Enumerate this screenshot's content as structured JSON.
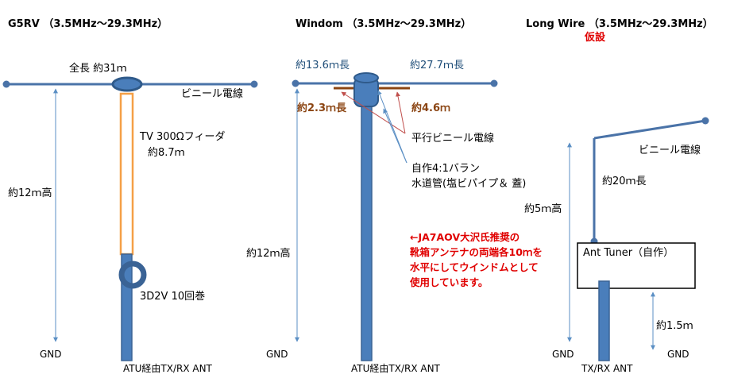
{
  "colors": {
    "wire": "#4a73a8",
    "mast": "#4a7ebb",
    "mast_stroke": "#3a6395",
    "feeder": "#f5a047",
    "arrow": "#5b8fc4",
    "red_arrow": "#c0504d",
    "brown": "#8b4513",
    "red_text": "#e00000",
    "text": "#000000",
    "blue_text": "#1f4e79"
  },
  "g5rv": {
    "title": "G5RV （3.5MHz～29.3MHz）",
    "total_length": "全長 約31ｍ",
    "wire_label": "ビニール電線",
    "feeder_label": "TV 300Ωフィーダ",
    "feeder_length": "約8.7ｍ",
    "height_label": "約12ｍ高",
    "coil_label": "3D2V 10回巻",
    "ground_label": "GND",
    "bottom_label": "ATU経由TX/RX ANT"
  },
  "windom": {
    "title": "Windom （3.5MHz～29.3MHz）",
    "left_length": "約13.6ｍ長",
    "right_length": "約27.7ｍ長",
    "left_segment": "約2.3ｍ長",
    "right_segment": "約4.6ｍ",
    "parallel_wire": "平行ビニール電線",
    "balun_label": "自作4:1バラン",
    "pipe_label": "水道管(塩ビパイプ＆ 蓋)",
    "height_label": "約12ｍ高",
    "ground_label": "GND",
    "bottom_label": "ATU経由TX/RX ANT",
    "note": [
      "←JA7AOV大沢氏推奨の",
      "靴箱アンテナの両端各10ｍを",
      "水平にしてウインドムとして",
      "使用しています。"
    ]
  },
  "longwire": {
    "title": "Long Wire （3.5MHz～29.3MHz）",
    "temporary": "仮設",
    "wire_label": "ビニール電線",
    "length_label": "約20ｍ長",
    "height_label": "約5ｍ高",
    "tuner_label": "Ant Tuner（自作）",
    "tuner_height": "約1.5ｍ",
    "ground_left": "GND",
    "ground_right": "GND",
    "bottom_label": "TX/RX ANT"
  }
}
